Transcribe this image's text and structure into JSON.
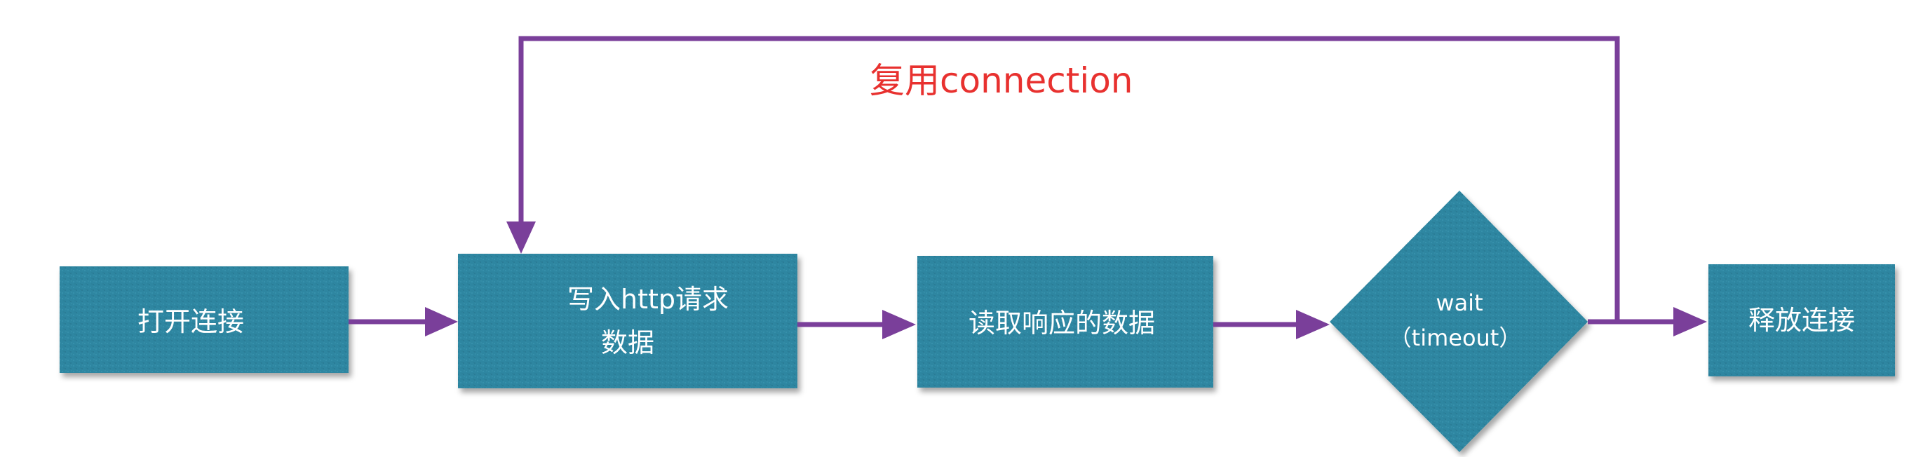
{
  "diagram": {
    "nodes": {
      "open": {
        "label": "打开连接"
      },
      "write": {
        "line1": "写入http请求",
        "line2": "数据"
      },
      "read": {
        "label": "读取响应的数据"
      },
      "wait": {
        "line1": "wait",
        "line2": "（timeout）"
      },
      "release": {
        "label": "释放连接"
      }
    },
    "loop_label": "复用connection"
  },
  "colors": {
    "node_fill": "#2f86a1",
    "arrow": "#7a3f9a",
    "loop_label": "#e8312f",
    "node_text": "#ffffff"
  }
}
